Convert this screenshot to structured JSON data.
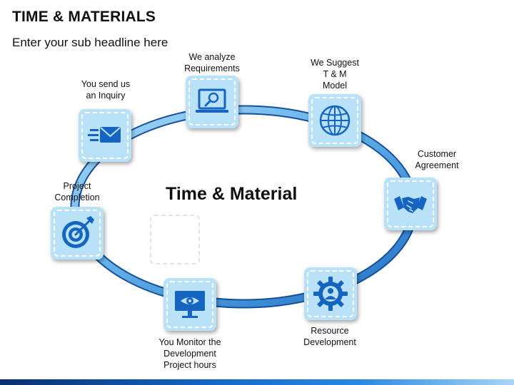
{
  "header": {
    "title": "TIME & MATERIALS",
    "subtitle": "Enter your sub headline here"
  },
  "diagram": {
    "center_label": "Time & Material",
    "steps": [
      {
        "label": "You send us\nan Inquiry",
        "icon": "email-icon"
      },
      {
        "label": "We analyze\nRequirements",
        "icon": "laptop-search-icon"
      },
      {
        "label": "We Suggest\nT & M\nModel",
        "icon": "globe-icon"
      },
      {
        "label": "Customer\nAgreement",
        "icon": "handshake-icon"
      },
      {
        "label": "Resource\nDevelopment",
        "icon": "gear-person-icon"
      },
      {
        "label": "You Monitor the\nDevelopment\nProject hours",
        "icon": "monitor-eye-icon"
      },
      {
        "label": "Project\nCompletion",
        "icon": "target-icon"
      }
    ]
  },
  "colors": {
    "ring_dark": "#1a63b8",
    "ring_light": "#8fcaf0",
    "tile_fill": "#b9e2f8",
    "icon_blue": "#1565c0"
  }
}
